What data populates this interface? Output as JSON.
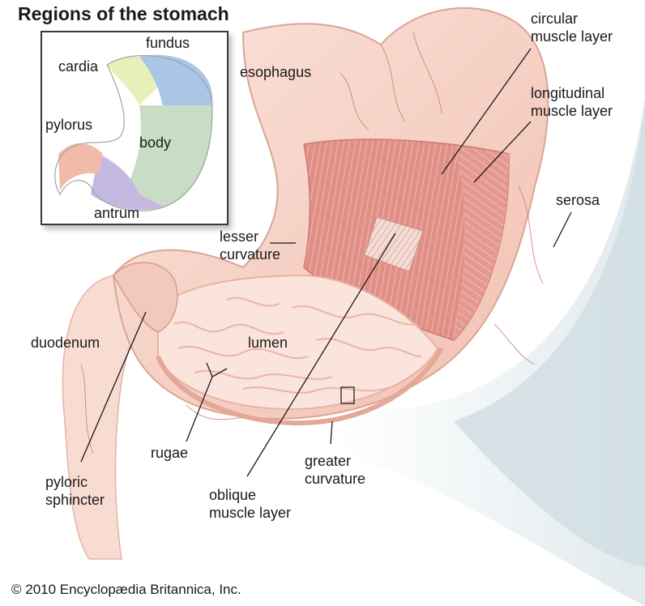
{
  "title": "Regions of the stomach",
  "labels": {
    "esophagus": "esophagus",
    "circular": [
      "circular",
      "muscle layer"
    ],
    "longitudinal": [
      "longitudinal",
      "muscle layer"
    ],
    "serosa": "serosa",
    "lesser": [
      "lesser",
      "curvature"
    ],
    "duodenum": "duodenum",
    "lumen": "lumen",
    "rugae": "rugae",
    "pyloric": [
      "pyloric",
      "sphincter"
    ],
    "oblique": [
      "oblique",
      "muscle layer"
    ],
    "greater": [
      "greater",
      "curvature"
    ]
  },
  "inset": {
    "fundus": "fundus",
    "cardia": "cardia",
    "pylorus": "pylorus",
    "body": "body",
    "antrum": "antrum"
  },
  "credit": "© 2010 Encyclopædia Britannica, Inc.",
  "colors": {
    "stomach_wall": "#f6d2c6",
    "muscle": "#e7988f",
    "lumen": "#fbe6df",
    "serosa_fill": "#dfe9ec",
    "fundus_region": "#a9c6e6",
    "cardia_region": "#e8efb4",
    "body_region": "#c7dcc4",
    "pylorus_region": "#f0b8a8",
    "antrum_region": "#c4b8e0"
  }
}
